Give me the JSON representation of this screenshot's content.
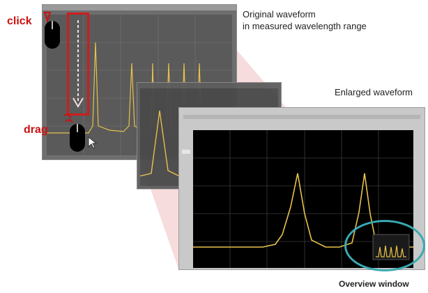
{
  "annotations": {
    "original_waveform": "Original waveform",
    "original_waveform_sub": "in measured wavelength range",
    "enlarged_waveform": "Enlarged waveform",
    "overview_window": "Overview window",
    "click": "click",
    "drag": "drag"
  },
  "colors": {
    "accent_red": "#cc1111",
    "waveform": "#e8c24a",
    "overview_ring": "#3aa9b2",
    "plot_bg": "#000000"
  },
  "icons": [
    "mouse-click-icon",
    "mouse-drag-icon",
    "cursor-arrow-icon"
  ]
}
